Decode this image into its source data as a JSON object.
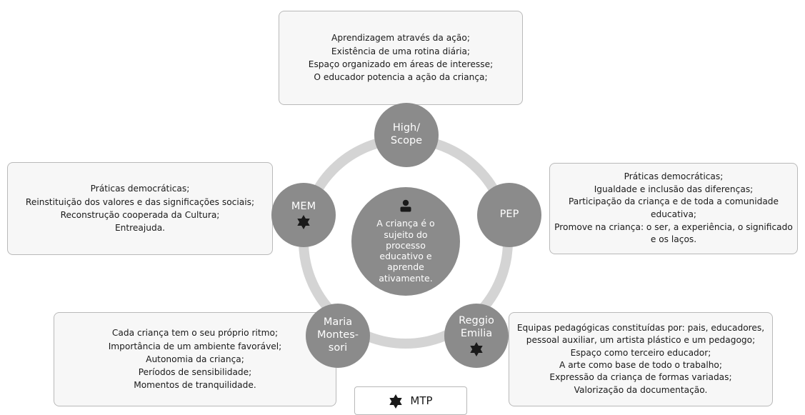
{
  "center": {
    "icon": "person-icon",
    "text": "A criança é o sujeito do processo educativo e aprende ativamente."
  },
  "nodes": {
    "high_scope": {
      "label": "High/\nScope"
    },
    "pep": {
      "label": "PEP"
    },
    "reggio_emilia": {
      "label": "Reggio\nEmilia",
      "marker": "star-icon"
    },
    "maria_montessori": {
      "label": "Maria\nMontes-\nsori"
    },
    "mem": {
      "label": "MEM",
      "marker": "star-icon"
    }
  },
  "boxes": {
    "high_scope": {
      "lines": [
        "Aprendizagem através da ação;",
        "Existência de uma rotina diária;",
        "Espaço organizado em áreas de interesse;",
        "O educador potencia a ação da criança;"
      ]
    },
    "pep": {
      "lines": [
        "Práticas democráticas;",
        "Igualdade e inclusão das diferenças;",
        "Participação da criança e de toda a comunidade educativa;",
        "Promove na criança: o ser, a experiência, o significado e os laços."
      ]
    },
    "reggio_emilia": {
      "lines": [
        "Equipas pedagógicas constituídas por: pais, educadores, pessoal auxiliar, um artista plástico e um pedagogo;",
        "Espaço como terceiro educador;",
        "A arte como base de todo o trabalho;",
        "Expressão da criança de formas variadas;",
        "Valorização da documentação."
      ]
    },
    "maria_montessori": {
      "lines": [
        "Cada criança tem o seu próprio ritmo;",
        "Importância de um ambiente favorável;",
        "Autonomia da criança;",
        "Períodos de sensibilidade;",
        "Momentos de tranquilidade."
      ]
    },
    "mem": {
      "lines": [
        "Práticas democráticas;",
        "Reinstituição dos valores e das significações sociais;",
        "Reconstrução cooperada da Cultura;",
        "Entreajuda."
      ]
    }
  },
  "legend": {
    "marker": "star-icon",
    "label": "MTP"
  },
  "colors": {
    "node_fill": "#8b8b8b",
    "ring": "#d4d4d4",
    "box_fill": "#f7f7f7",
    "box_border": "#b9b9b9",
    "marker": "#1a1a1a"
  }
}
